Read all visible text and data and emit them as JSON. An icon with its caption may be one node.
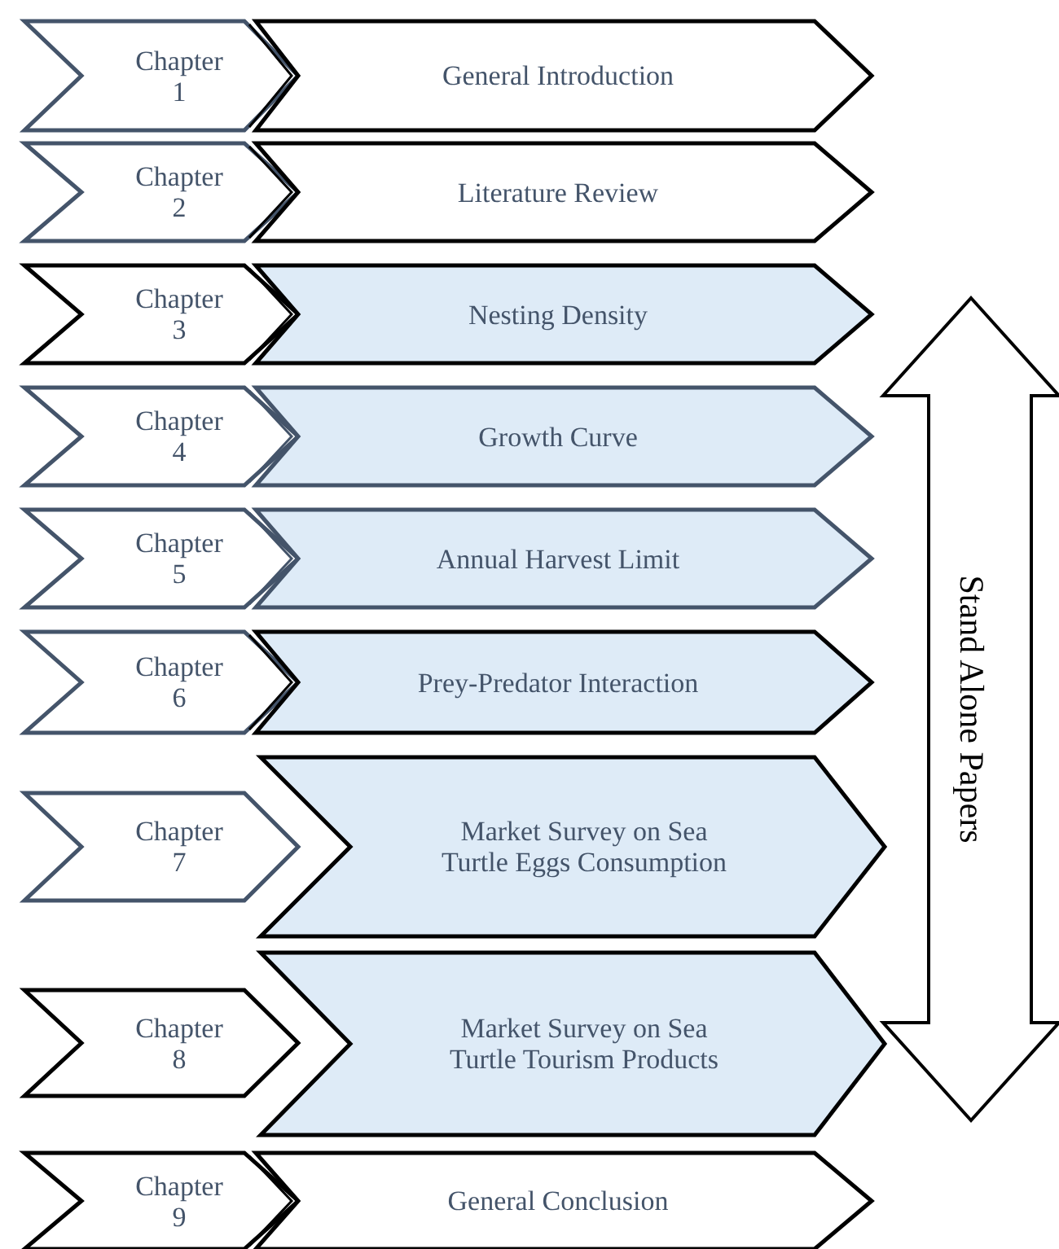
{
  "diagram": {
    "nodes": [
      {
        "text": [
          "Chapter 1"
        ]
      },
      {
        "text": [
          "General Introduction"
        ]
      },
      {
        "text": [
          "Chapter 2"
        ]
      },
      {
        "text": [
          "Literature Review"
        ]
      },
      {
        "text": [
          "Chapter 3"
        ]
      },
      {
        "text": [
          "Nesting Density"
        ]
      },
      {
        "text": [
          "Chapter 4"
        ]
      },
      {
        "text": [
          "Growth Curve"
        ]
      },
      {
        "text": [
          "Chapter 5"
        ]
      },
      {
        "text": [
          "Annual Harvest Limit"
        ]
      },
      {
        "text": [
          "Chapter 6"
        ]
      },
      {
        "text": [
          "Prey-Predator Interaction"
        ]
      },
      {
        "text": [
          "Chapter 7"
        ]
      },
      {
        "text": [
          "Market Survey on Sea Turtle Eggs Consumption"
        ]
      },
      {
        "text": [
          "Chapter 8"
        ]
      },
      {
        "text": [
          "Market Survey on Sea Turtle Tourism Products"
        ]
      },
      {
        "text": [
          "Chapter 9"
        ]
      },
      {
        "text": [
          "General Conclusion"
        ]
      },
      {
        "text": [
          "Stand Alone Papers"
        ]
      }
    ]
  }
}
